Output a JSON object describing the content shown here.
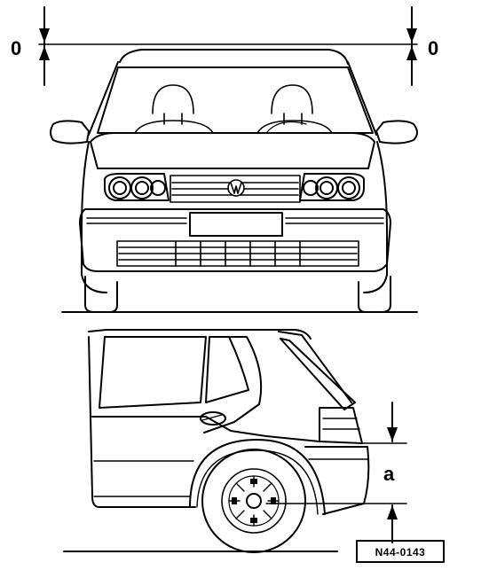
{
  "figure": {
    "datum_label_left": "0",
    "datum_label_right": "0",
    "dimension_label": "a",
    "reference_code": "N44-0143",
    "colors": {
      "line": "#000000",
      "background": "#ffffff"
    }
  }
}
